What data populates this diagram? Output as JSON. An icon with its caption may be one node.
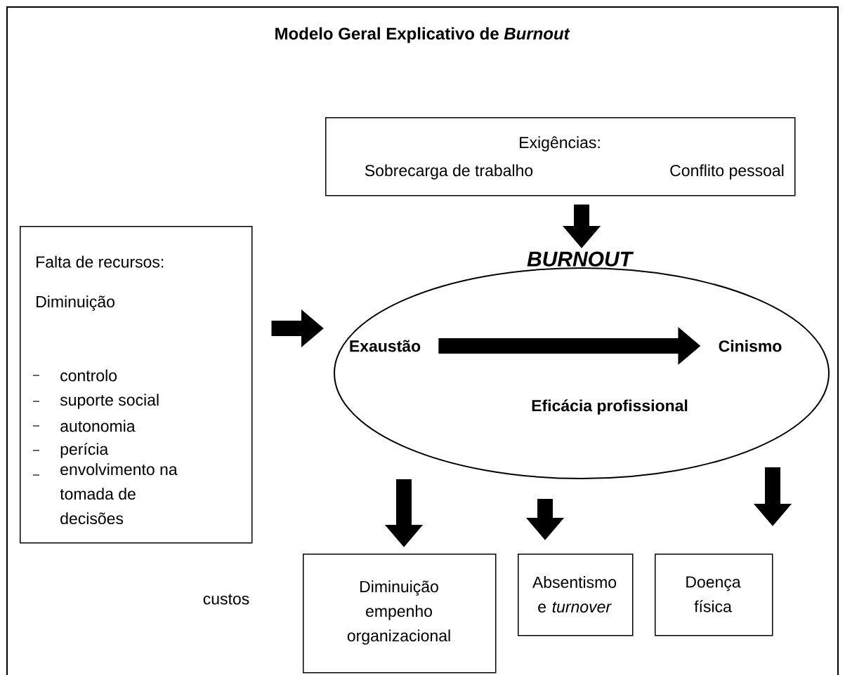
{
  "diagram": {
    "title": "Modelo Geral Explicativo de *Burnout*",
    "nodes": [
      {
        "text": [
          "Exigências:",
          "Sobrecarga de trabalho",
          "Conflito pessoal"
        ]
      },
      {
        "text": [
          "Falta de recursos:",
          "Diminuição",
          "controlo",
          "suporte social",
          "autonomia",
          "perícia",
          "envolvimento na tomada de decisões"
        ]
      },
      {
        "text": [
          "BURNOUT",
          "Eficácia profissional"
        ]
      },
      {
        "text": [
          "Exaustão"
        ],
        "in": 2
      },
      {
        "text": [
          "Cinismo"
        ],
        "in": 2
      },
      {
        "text": [
          "Diminuição empenho organizacional"
        ]
      },
      {
        "text": [
          "Absentismo e *turnover*"
        ]
      },
      {
        "text": [
          "Doença física"
        ]
      }
    ],
    "edges": [
      {
        "from": 0,
        "to": 2,
        "arrow": "to"
      },
      {
        "from": 1,
        "to": 2,
        "arrow": "to"
      },
      {
        "from": 3,
        "to": 4,
        "arrow": "to"
      },
      {
        "from": 2,
        "to": 5,
        "arrow": "to"
      },
      {
        "from": 2,
        "to": 6,
        "arrow": "to"
      },
      {
        "from": 2,
        "to": 7,
        "arrow": "to"
      }
    ],
    "labels": [
      "custos"
    ]
  }
}
